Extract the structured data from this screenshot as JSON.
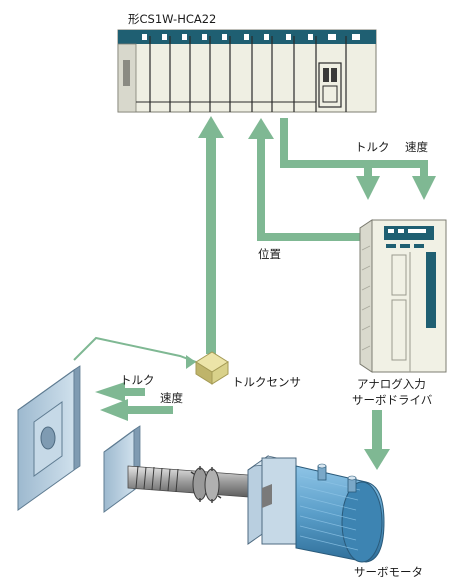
{
  "labels": {
    "plc_model": "形CS1W-HCA22",
    "torque": "トルク",
    "speed": "速度",
    "position": "位置",
    "torque_sensor": "トルクセンサ",
    "servo_driver_line1": "アナログ入力",
    "servo_driver_line2": "サーボドライバ",
    "servo_motor": "サーボモータ",
    "load_torque": "トルク",
    "load_speed": "速度"
  },
  "colors": {
    "arrow_green": "#7fb893",
    "plc_body": "#efefe3",
    "plc_top": "#1f5f72",
    "metal_blue": "#b9cfe0",
    "motor_blue": "#5a9ec9",
    "sensor_tan": "#d9d18a",
    "driver_body": "#f1f1e5",
    "driver_dark": "#1f5f72"
  }
}
